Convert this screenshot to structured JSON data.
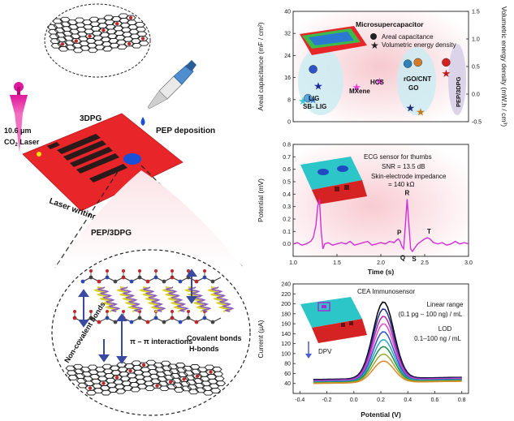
{
  "left": {
    "label_3dpg": "3DPG",
    "laser_wavelength": "10.6 μm",
    "laser_type": "CO",
    "laser_type_sub": "2",
    "laser_type_tail": " Laser",
    "pep_deposition": "PEP deposition",
    "laser_writing": "Laser writing",
    "composite_title": "PEP/3DPG",
    "non_covalent": "Non-covalent bonds",
    "pi_pi": "π – π interactions",
    "covalent": "Covalent bonds",
    "h_bonds": "H-bonds"
  },
  "colors": {
    "red_substrate": "#e8262a",
    "laser_magenta": "#e0189b",
    "pipette_blue": "#4f8fd0",
    "pep_blue": "#1a4fd8",
    "ecg_line": "#d42fd6",
    "panel_bg_pink": "#f6c9cf"
  },
  "chart_data": [
    {
      "type": "scatter",
      "title": "Microsupercapacitor",
      "ylabel": "Areal capacitance (mF / cm²)",
      "y2label": "Volumetric energy density (mW.h / cm³)",
      "ylim": [
        0,
        40
      ],
      "y2lim": [
        -0.5,
        1.5
      ],
      "yticks": [
        0,
        8,
        16,
        24,
        32,
        40
      ],
      "y2ticks": [
        "-0.5",
        "0.0",
        "0.5",
        "1.0",
        "1.5"
      ],
      "legend": [
        {
          "marker": "sphere",
          "label": "Areal capacitance"
        },
        {
          "marker": "star",
          "label": "Volumetric energy density"
        }
      ],
      "groups": [
        {
          "label": "LIG"
        },
        {
          "label": "SB- LIG"
        },
        {
          "label": "MXene"
        },
        {
          "label": "HCS"
        },
        {
          "label": "rGO/CNT"
        },
        {
          "label": "GO"
        },
        {
          "label": "PEP/3DPG"
        }
      ],
      "points": [
        {
          "x": 1.0,
          "y": 7.5,
          "marker": "star",
          "color": "#3ec6d8"
        },
        {
          "x": 1.2,
          "y": 8.5,
          "marker": "sphere",
          "color": "#5aa4e0"
        },
        {
          "x": 1.4,
          "y": 8.0,
          "marker": "star",
          "color": "#3a7fd0"
        },
        {
          "x": 1.4,
          "y": 19.0,
          "marker": "sphere",
          "color": "#2e55c8"
        },
        {
          "x": 1.6,
          "y": 13.0,
          "marker": "star",
          "color": "#1e2aa0"
        },
        {
          "x": 3.1,
          "y": 12.5,
          "marker": "star",
          "color": "#e43fd8"
        },
        {
          "x": 4.0,
          "y": 14.5,
          "marker": "star",
          "color": "#e43fd8"
        },
        {
          "x": 5.1,
          "y": 21.0,
          "marker": "sphere",
          "color": "#2f7fb8"
        },
        {
          "x": 5.5,
          "y": 21.5,
          "marker": "sphere",
          "color": "#d07a2a"
        },
        {
          "x": 5.2,
          "y": 5.0,
          "marker": "star",
          "color": "#1e2a70"
        },
        {
          "x": 5.6,
          "y": 3.5,
          "marker": "star",
          "color": "#c0781e"
        },
        {
          "x": 6.6,
          "y": 21.5,
          "marker": "sphere",
          "color": "#d42020"
        },
        {
          "x": 6.6,
          "y": 17.5,
          "marker": "star",
          "color": "#c01818"
        }
      ]
    },
    {
      "type": "line",
      "title": "ECG sensor for thumbs",
      "xlabel": "Time (s)",
      "ylabel": "Potential (mV)",
      "xlim": [
        1.0,
        3.0
      ],
      "ylim": [
        -0.1,
        0.8
      ],
      "xticks": [
        "1.0",
        "1.5",
        "2.0",
        "2.5",
        "3.0"
      ],
      "yticks": [
        "0.0",
        "0.1",
        "0.2",
        "0.3",
        "0.4",
        "0.5",
        "0.6",
        "0.7",
        "0.8"
      ],
      "annotations": [
        "SNR = 13.5 dB",
        "Skin-electrode impedance",
        "= 140 kΩ"
      ],
      "peak_labels": [
        {
          "label": "P",
          "x": 2.21,
          "y": 0.04
        },
        {
          "label": "Q",
          "x": 2.25,
          "y": -0.05
        },
        {
          "label": "R",
          "x": 2.3,
          "y": 0.36
        },
        {
          "label": "S",
          "x": 2.38,
          "y": -0.06
        },
        {
          "label": "T",
          "x": 2.55,
          "y": 0.05
        }
      ],
      "x": [
        1.0,
        1.05,
        1.1,
        1.15,
        1.2,
        1.23,
        1.26,
        1.28,
        1.3,
        1.32,
        1.34,
        1.36,
        1.4,
        1.45,
        1.5,
        1.55,
        1.6,
        1.65,
        1.7,
        1.75,
        1.8,
        1.85,
        1.9,
        1.95,
        2.0,
        2.05,
        2.1,
        2.15,
        2.18,
        2.2,
        2.22,
        2.24,
        2.26,
        2.28,
        2.3,
        2.32,
        2.34,
        2.36,
        2.38,
        2.42,
        2.46,
        2.5,
        2.53,
        2.56,
        2.6,
        2.65,
        2.7,
        2.75,
        2.8,
        2.85,
        2.9,
        2.95,
        3.0
      ],
      "y": [
        0.0,
        0.01,
        -0.01,
        0.0,
        0.02,
        0.05,
        0.15,
        0.3,
        0.36,
        0.1,
        -0.04,
        0.0,
        0.01,
        -0.01,
        0.0,
        0.01,
        0.0,
        0.02,
        -0.01,
        0.0,
        0.01,
        0.02,
        -0.01,
        0.0,
        0.01,
        0.0,
        0.02,
        0.01,
        0.03,
        0.04,
        0.02,
        -0.02,
        -0.04,
        0.15,
        0.36,
        0.15,
        -0.04,
        -0.06,
        -0.04,
        0.0,
        0.02,
        0.04,
        0.05,
        0.04,
        0.01,
        0.0,
        0.01,
        -0.01,
        0.0,
        0.02,
        0.0,
        0.01,
        0.0
      ]
    },
    {
      "type": "line",
      "title": "CEA Immunosensor",
      "xlabel": "Potential (V)",
      "ylabel": "Current (μA)",
      "xlim": [
        -0.45,
        0.85
      ],
      "ylim": [
        20,
        240
      ],
      "xticks": [
        "-0.4",
        "-0.2",
        "0.0",
        "0.2",
        "0.4",
        "0.6",
        "0.8"
      ],
      "yticks": [
        "40",
        "60",
        "80",
        "100",
        "120",
        "140",
        "160",
        "180",
        "200",
        "220",
        "240"
      ],
      "annotations": [
        "Linear range",
        "(0.1 pg – 100 ng) / mL",
        "LOD",
        "0.1–100 ng / mL",
        "DPV"
      ],
      "series": [
        {
          "color": "#000000",
          "base": 48,
          "peak": 202
        },
        {
          "color": "#1f2f8f",
          "base": 47,
          "peak": 188
        },
        {
          "color": "#b02ab0",
          "base": 46,
          "peak": 173
        },
        {
          "color": "#e34ac8",
          "base": 45,
          "peak": 158
        },
        {
          "color": "#2b58c8",
          "base": 44,
          "peak": 142
        },
        {
          "color": "#29a6c8",
          "base": 43,
          "peak": 126
        },
        {
          "color": "#1e8c4a",
          "base": 42,
          "peak": 112
        },
        {
          "color": "#9aa82a",
          "base": 41,
          "peak": 97
        },
        {
          "color": "#d98a2a",
          "base": 40,
          "peak": 83
        }
      ]
    }
  ]
}
